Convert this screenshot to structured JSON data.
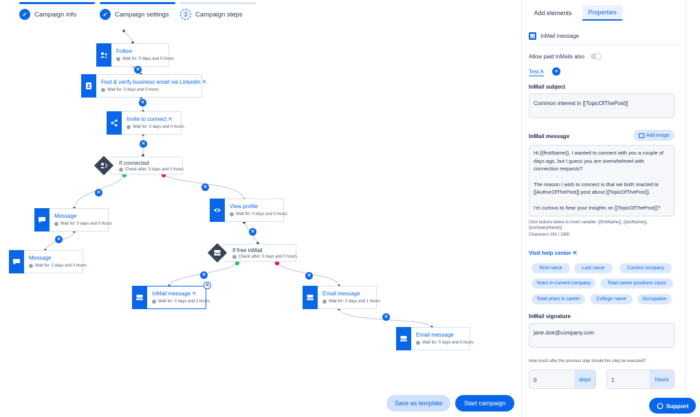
{
  "stepper": {
    "steps": [
      {
        "label": "Campaign info",
        "marker": "✓"
      },
      {
        "label": "Campaign settings",
        "marker": "✓"
      },
      {
        "label": "Campaign steps",
        "marker": "3"
      }
    ]
  },
  "nodes": {
    "follow": {
      "title": "Follow",
      "wait": "Wait for: 0 days and 0 hours"
    },
    "find_email": {
      "title": "Find & verify business email via LinkedIn",
      "wait": "Wait for: 0 days and 0 hours"
    },
    "invite": {
      "title": "Invite to connect",
      "wait": "Wait for: 0 days and 0 hours"
    },
    "if_connected": {
      "title": "If connected",
      "check": "Check after: 3 days and 0 hours"
    },
    "message1": {
      "title": "Message",
      "wait": "Wait for: 0 days and 0 hours"
    },
    "message2": {
      "title": "Message",
      "wait": "Wait for: 2 days and 0 hours"
    },
    "view_profile": {
      "title": "View profile",
      "wait": "Wait for: 0 days and 0 hours"
    },
    "if_free_inmail": {
      "title": "If free inMail",
      "check": "Check after: 0 days and 0 hours"
    },
    "inmail": {
      "title": "InMail message",
      "wait": "Wait for: 0 days and 1 hours"
    },
    "email1": {
      "title": "Email message",
      "wait": "Wait for: 0 days and 1 hours"
    },
    "email2": {
      "title": "Email message",
      "wait": "Wait for: 0 days and 0 hours"
    }
  },
  "actions": {
    "save_template": "Save as template",
    "start_campaign": "Start campaign"
  },
  "panel": {
    "tabs": {
      "add_elements": "Add elements",
      "properties": "Properties"
    },
    "header": "InMail message",
    "allow_paid": "Allow paid InMails also",
    "allow_paid_enabled": false,
    "test_tab": "Test A",
    "subject_label": "InMail subject",
    "subject_value": "Common interest in [[TopicOfThePost]]",
    "message_label": "InMail message",
    "add_image": "Add image",
    "message_p1": "Hi {{firstName}}, I wanted to connect with you a couple of days ago, but I guess you are overwhelmed with connection requests?",
    "message_p2": "The reason I wish to connect is that we both reacted to [[AuthorOfThePost]] post about [[TopicOfThePost]].",
    "message_p3": "I'm curious to hear your insights on [[TopicOfThePost]]?",
    "variables_hint": "Click buttons below to insert variable: {{firstName}}, {{lastName}}, {{companyName}}",
    "characters": "Characters 292 / 1850",
    "help_center": "Visit help center",
    "chips": [
      "First name",
      "Last name",
      "Current company",
      "Years in current company",
      "Total career positions count",
      "Total years in career",
      "College name",
      "Occupation"
    ],
    "signature_label": "InMail signature",
    "signature_value": "jane.doe@company.com",
    "delay_question": "How much after the previous step should this step be executed?",
    "days_value": "0",
    "days_label": "days",
    "hours_value": "1",
    "hours_label": "hours"
  },
  "support": "Support",
  "colors": {
    "accent": "#0a66e8",
    "success": "#22c55e",
    "danger": "#e11d48",
    "diamond": "#3a4358"
  }
}
